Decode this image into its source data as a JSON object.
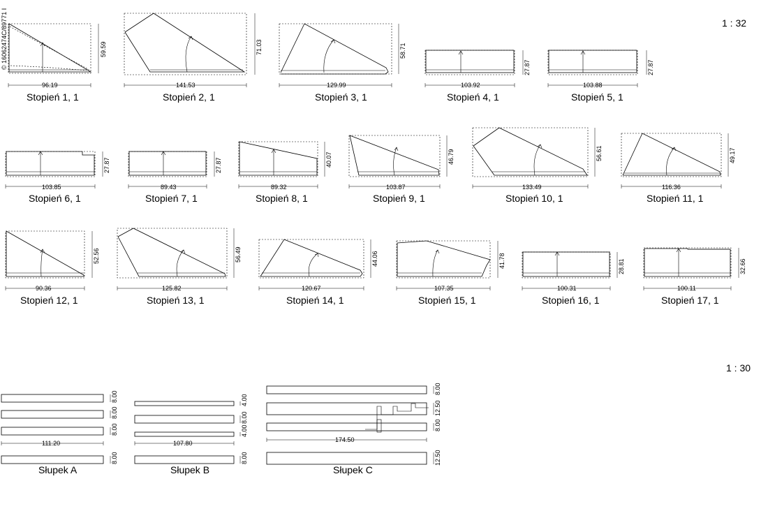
{
  "scales": {
    "top": "1 : 32",
    "bottom": "1 : 30"
  },
  "watermark": "© 16062474C/89771 I",
  "steps": [
    {
      "label": "Stopień  1,  1",
      "width": "96.19",
      "height": "59.59"
    },
    {
      "label": "Stopień  2,  1",
      "width": "141.53",
      "height": "71.03"
    },
    {
      "label": "Stopień  3,  1",
      "width": "129.99",
      "height": "58.71"
    },
    {
      "label": "Stopień  4,  1",
      "width": "103.92",
      "height": "27.87"
    },
    {
      "label": "Stopień  5,  1",
      "width": "103.88",
      "height": "27.87"
    },
    {
      "label": "Stopień  6,  1",
      "width": "103.85",
      "height": "27.87"
    },
    {
      "label": "Stopień  7,  1",
      "width": "89.43",
      "height": "27.87"
    },
    {
      "label": "Stopień  8,  1",
      "width": "89.32",
      "height": "40.07"
    },
    {
      "label": "Stopień  9,  1",
      "width": "103.87",
      "height": "46.79"
    },
    {
      "label": "Stopień  10,  1",
      "width": "133.49",
      "height": "56.61"
    },
    {
      "label": "Stopień  11,  1",
      "width": "116.36",
      "height": "49.17"
    },
    {
      "label": "Stopień  12,  1",
      "width": "90.36",
      "height": "52.56"
    },
    {
      "label": "Stopień  13,  1",
      "width": "125.82",
      "height": "56.49"
    },
    {
      "label": "Stopień  14,  1",
      "width": "120.67",
      "height": "44.06"
    },
    {
      "label": "Stopień  15,  1",
      "width": "107.35",
      "height": "41.78"
    },
    {
      "label": "Stopień  16,  1",
      "width": "100.31",
      "height": "28.81"
    },
    {
      "label": "Stopień  17,  1",
      "width": "100.11",
      "height": "32.66"
    }
  ],
  "posts": [
    {
      "label": "Słupek  A",
      "length": "111.20",
      "dims": [
        "8.00",
        "8.00",
        "8.00",
        "8.00"
      ]
    },
    {
      "label": "Słupek  B",
      "length": "107.80",
      "dims": [
        "4.00",
        "8.00",
        "4.00",
        "8.00"
      ]
    },
    {
      "label": "Słupek  C",
      "length": "174.50",
      "dims": [
        "8.00",
        "12.50",
        "8.00",
        "12.50"
      ]
    }
  ]
}
